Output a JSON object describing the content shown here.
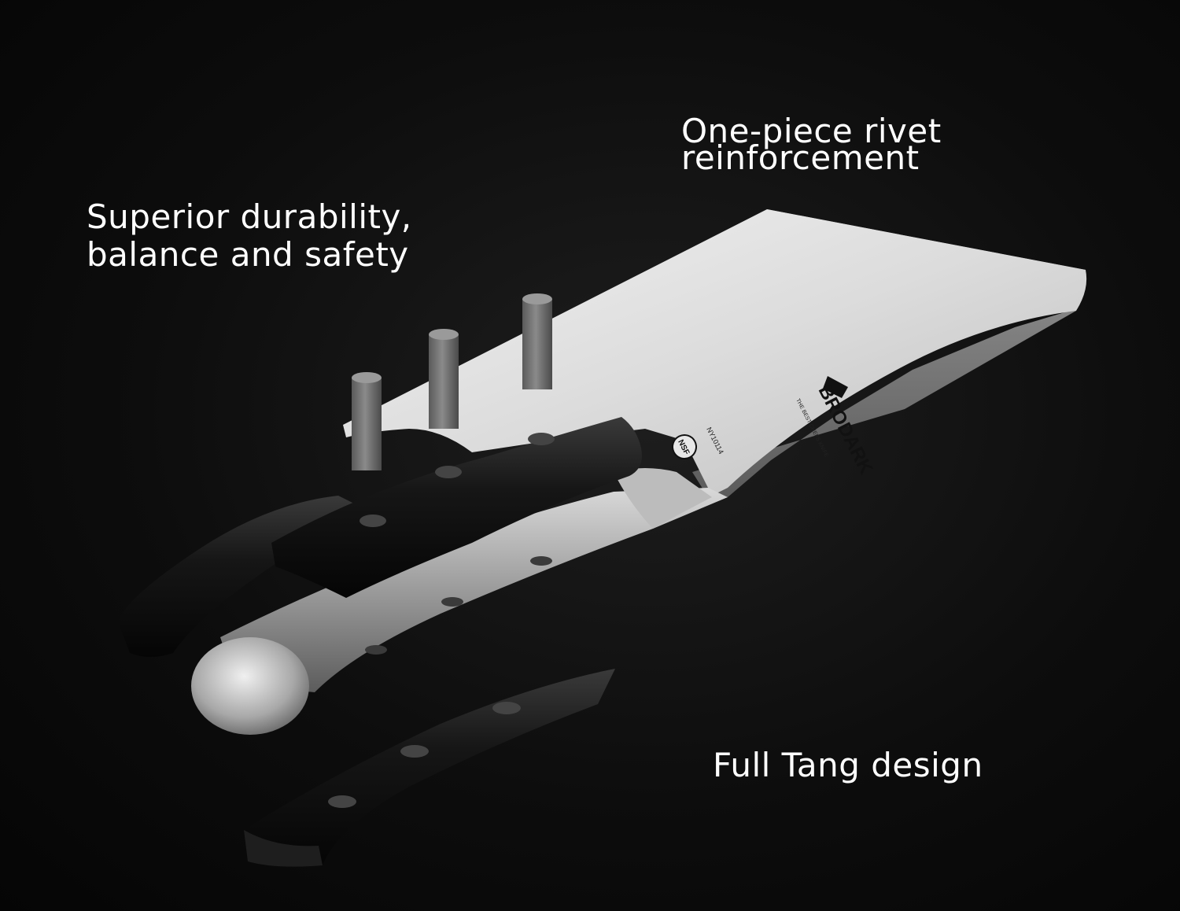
{
  "captions": {
    "rivet_line1": "One-piece rivet",
    "rivet_line2": "reinforcement",
    "durability_line1": "Superior durability,",
    "durability_line2": "balance and safety",
    "tang": "Full Tang design"
  },
  "blade_marks": {
    "brand": "BRODARK",
    "tagline": "THE BEST CHEFS KNIFE",
    "model": "NY10114",
    "badge": "NSF"
  },
  "colors": {
    "background": "#0a0a0a",
    "steel_light": "#e6e6e6",
    "steel_dark": "#8a8a8a",
    "handle_black": "#111111",
    "rivet_gray": "#6f6f6f",
    "text": "#ffffff"
  }
}
